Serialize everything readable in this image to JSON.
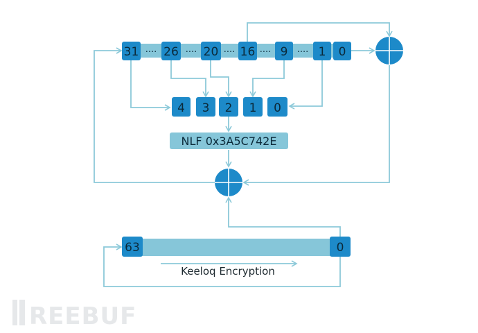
{
  "colors": {
    "cell": "#1d8ac9",
    "band": "#86c6d9",
    "line": "#8cc9d9",
    "xor": "#1d8ac9",
    "watermark": "#e6e8ea"
  },
  "nlfsr": {
    "cells": [
      "31",
      "26",
      "20",
      "16",
      "9",
      "1",
      "0"
    ],
    "separator": "····"
  },
  "nlf_inputs": [
    "4",
    "3",
    "2",
    "1",
    "0"
  ],
  "nlf": {
    "label": "NLF 0x3A5C742E"
  },
  "key_register": {
    "high_bit": "63",
    "low_bit": "0",
    "caption": "Keeloq Encryption"
  },
  "watermark": {
    "text": "REEBUF"
  }
}
